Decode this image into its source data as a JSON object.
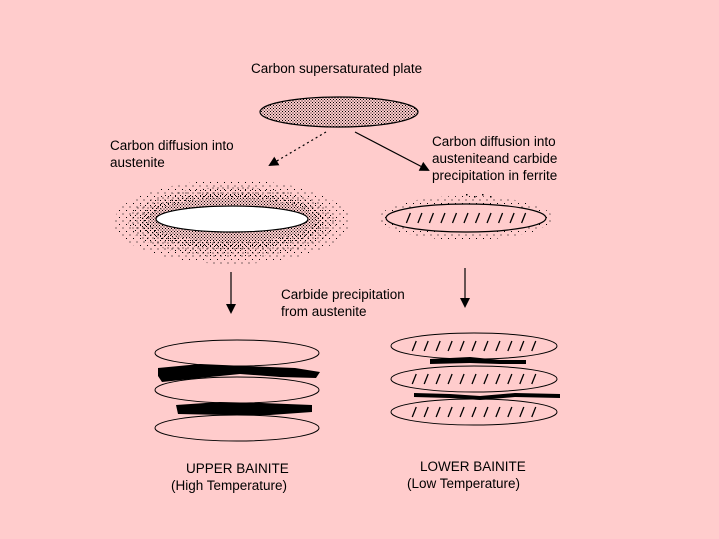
{
  "diagram": {
    "title": "Carbon supersaturated plate",
    "left_branch": {
      "line1": "Carbon diffusion into",
      "line2": "austenite"
    },
    "right_branch": {
      "line1": "Carbon diffusion into",
      "line2": "austeniteand carbide",
      "line3": "precipitation in ferrite"
    },
    "middle_note": {
      "line1": "Carbide precipitation",
      "line2": "from austenite"
    },
    "upper_bainite": {
      "name": "UPPER BAINITE",
      "condition": "(High Temperature)"
    },
    "lower_bainite": {
      "name": "LOWER BAINITE",
      "condition": "(Low Temperature)"
    }
  },
  "colors": {
    "background": "#ffcccc",
    "ink": "#000000",
    "plate_fill": "#ffffff",
    "shade_fill": "#b8a0a0"
  }
}
